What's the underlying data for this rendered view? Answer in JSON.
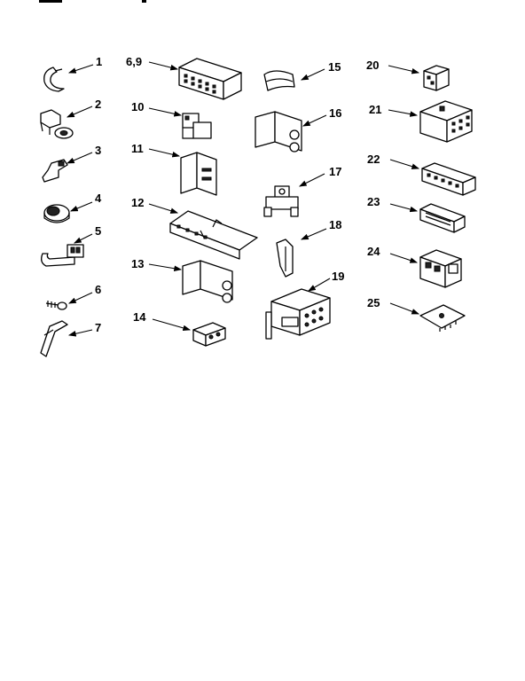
{
  "header_fragment": "———",
  "parts": [
    {
      "id": "p1",
      "label": "1"
    },
    {
      "id": "p2",
      "label": "2"
    },
    {
      "id": "p3",
      "label": "3"
    },
    {
      "id": "p4",
      "label": "4"
    },
    {
      "id": "p5",
      "label": "5"
    },
    {
      "id": "p6",
      "label": "6"
    },
    {
      "id": "p7",
      "label": "7"
    },
    {
      "id": "p69",
      "label": "6,9"
    },
    {
      "id": "p10",
      "label": "10"
    },
    {
      "id": "p11",
      "label": "11"
    },
    {
      "id": "p12",
      "label": "12"
    },
    {
      "id": "p13",
      "label": "13"
    },
    {
      "id": "p14",
      "label": "14"
    },
    {
      "id": "p15",
      "label": "15"
    },
    {
      "id": "p16",
      "label": "16"
    },
    {
      "id": "p17",
      "label": "17"
    },
    {
      "id": "p18",
      "label": "18"
    },
    {
      "id": "p19",
      "label": "19"
    },
    {
      "id": "p20",
      "label": "20"
    },
    {
      "id": "p21",
      "label": "21"
    },
    {
      "id": "p22",
      "label": "22"
    },
    {
      "id": "p23",
      "label": "23"
    },
    {
      "id": "p24",
      "label": "24"
    },
    {
      "id": "p25",
      "label": "25"
    }
  ]
}
